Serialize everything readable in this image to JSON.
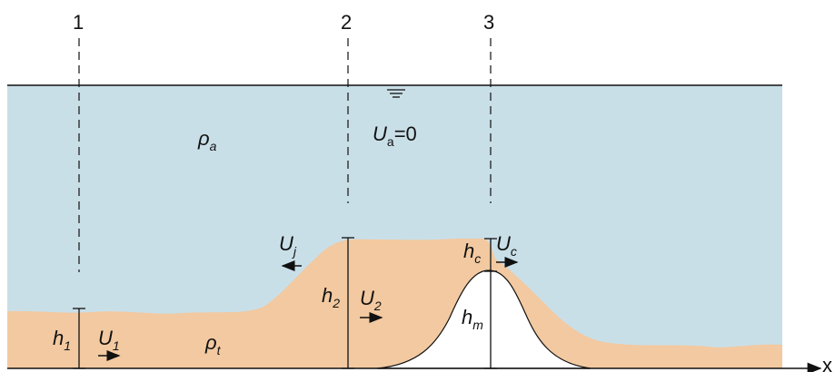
{
  "colors": {
    "ambient_fluid": "#c9dfe8",
    "current_fluid": "#f2c9a0",
    "lines": "#111111"
  },
  "sections": [
    "1",
    "2",
    "3"
  ],
  "labels": {
    "rho_a": {
      "main": "ρ",
      "sub": "a"
    },
    "rho_t": {
      "main": "ρ",
      "sub": "t"
    },
    "U_a": {
      "main": "U",
      "sub": "a",
      "tail": "=0"
    },
    "U_j": {
      "main": "U",
      "sub": "j"
    },
    "U_c": {
      "main": "U",
      "sub": "c"
    },
    "U_1": {
      "main": "U",
      "sub": "1"
    },
    "U_2": {
      "main": "U",
      "sub": "2"
    },
    "h_1": {
      "main": "h",
      "sub": "1"
    },
    "h_2": {
      "main": "h",
      "sub": "2"
    },
    "h_c": {
      "main": "h",
      "sub": "c"
    },
    "h_m": {
      "main": "h",
      "sub": "m"
    },
    "x_axis": "x"
  },
  "icons": [
    "water-surface-icon",
    "arrow-left-icon",
    "arrow-right-icon"
  ]
}
